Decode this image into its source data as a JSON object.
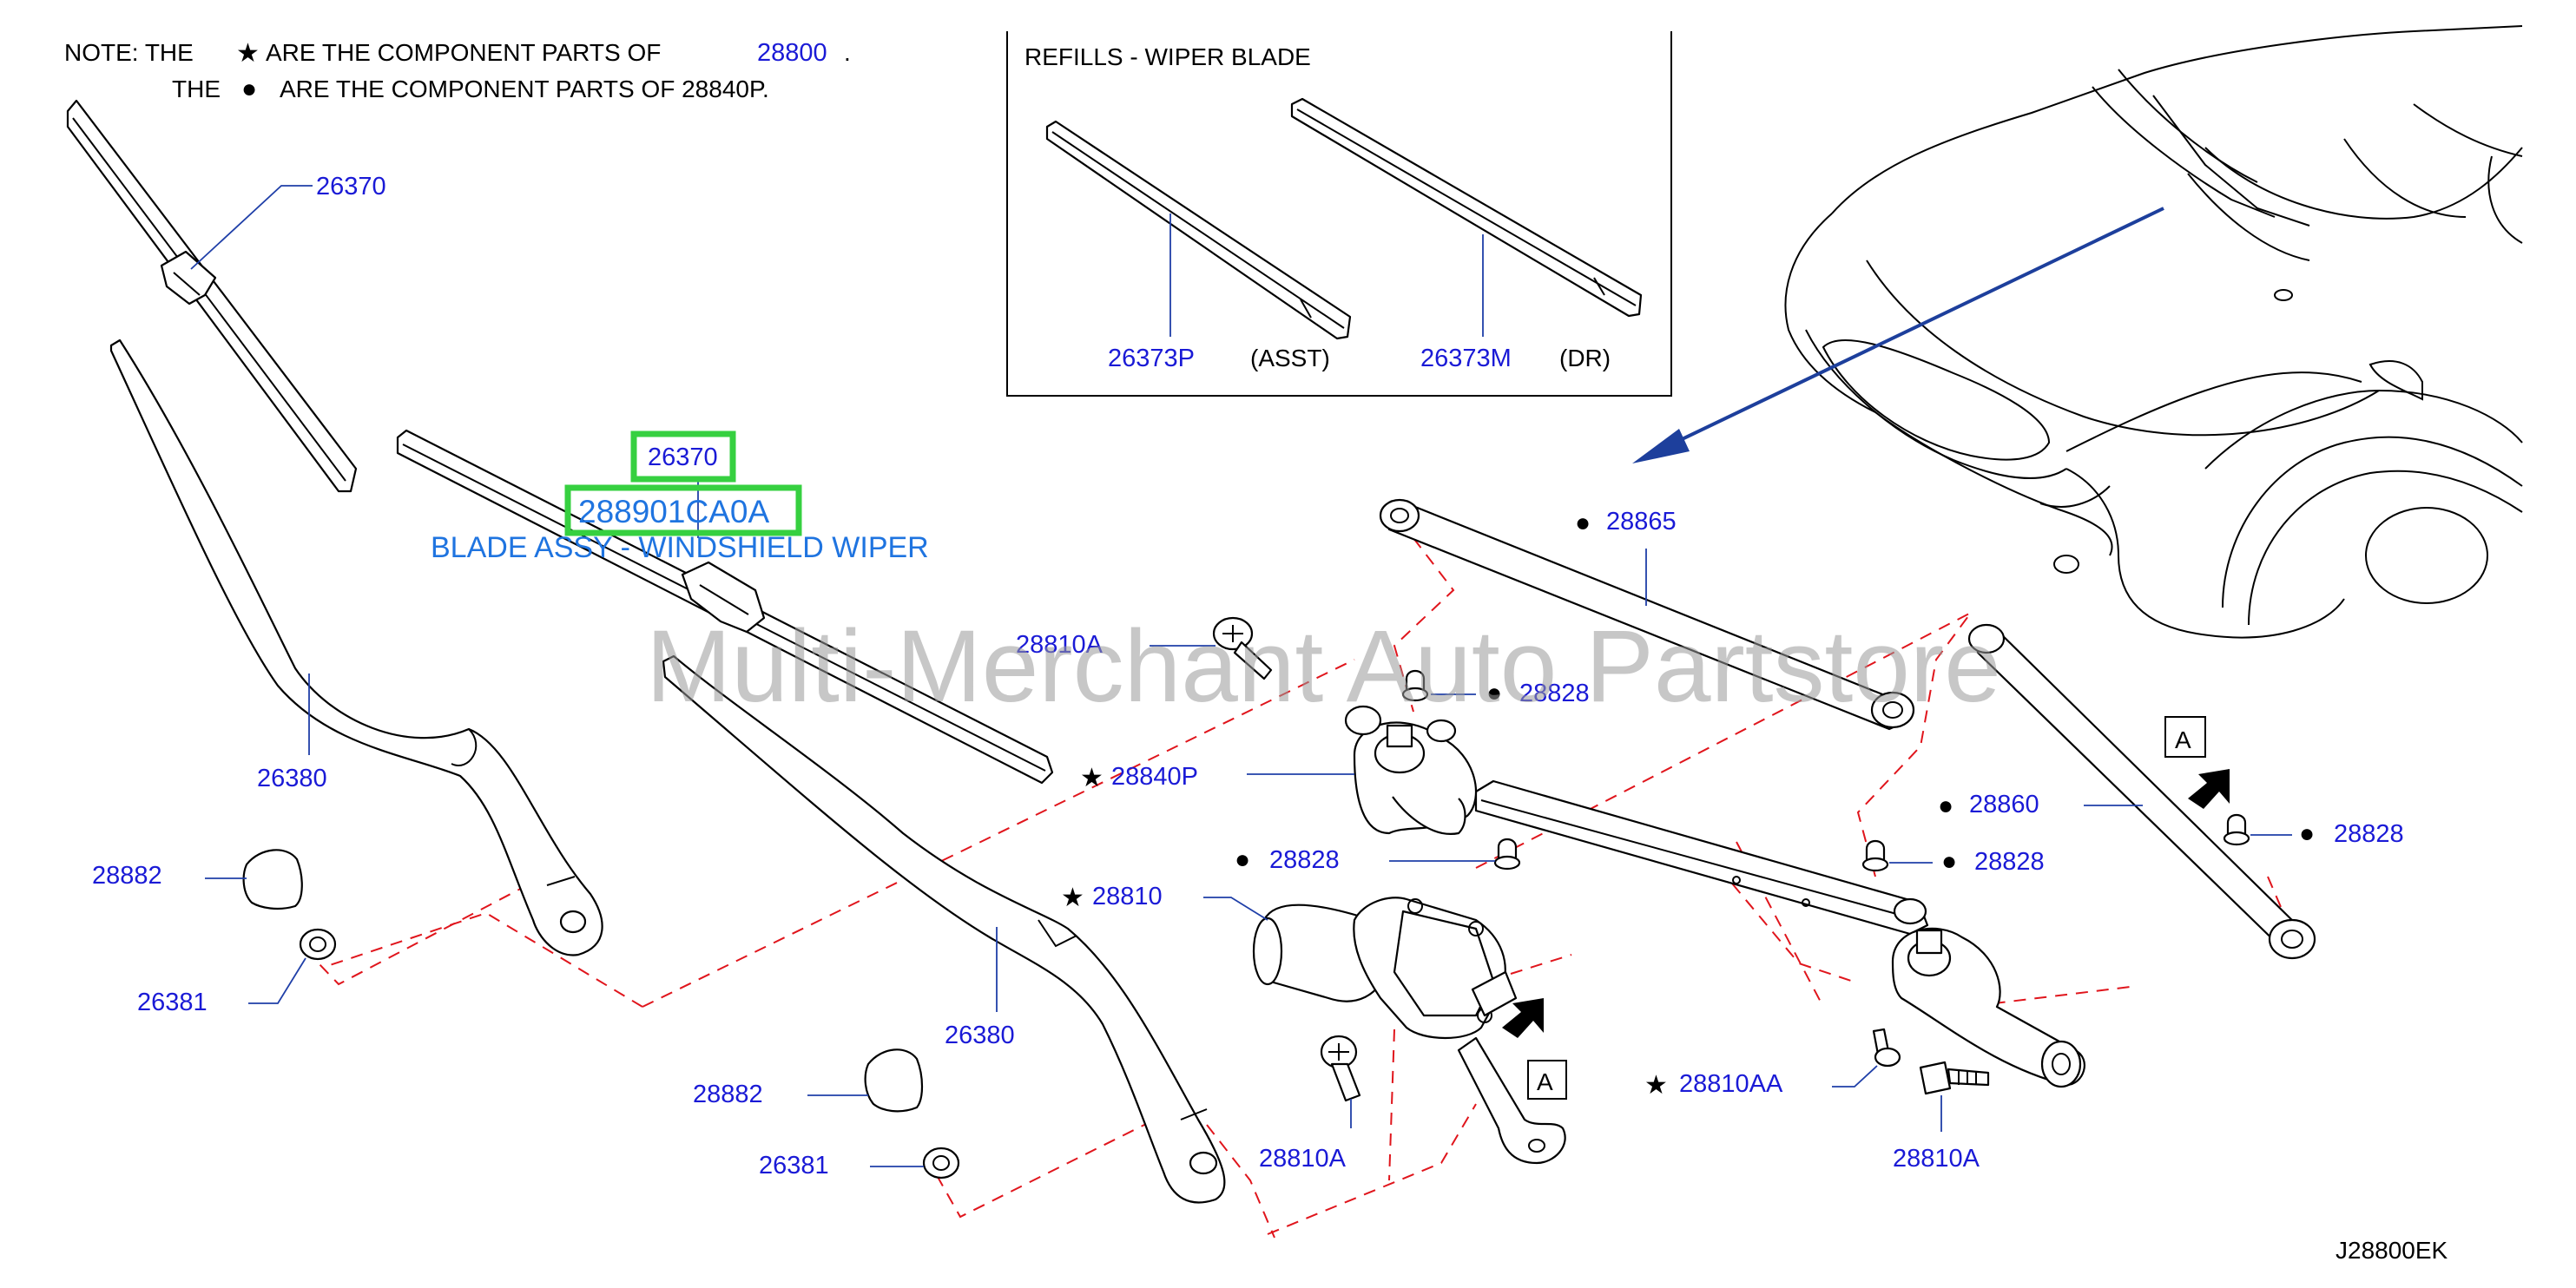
{
  "note": {
    "line1_prefix": "NOTE:  THE",
    "line1_mid": "ARE THE COMPONENT PARTS OF",
    "line1_part": "28800",
    "line1_end": ".",
    "line2_prefix": "THE",
    "line2_mid": "ARE THE COMPONENT PARTS OF 28840P."
  },
  "refills": {
    "title": "REFILLS - WIPER BLADE",
    "left_part": "26373P",
    "left_note": "(ASST)",
    "right_part": "26373M",
    "right_note": "(DR)"
  },
  "highlight": {
    "part_number": "26370",
    "oem_code": "288901CA0A",
    "description": "BLADE ASSY - WINDSHIELD WIPER"
  },
  "watermark": "Multi-Merchant Auto Partstore",
  "symbols": {
    "star": "★",
    "dot": "●"
  },
  "labels": {
    "p26370_top": "26370",
    "p26380_left": "26380",
    "p26380_mid": "26380",
    "p28882_left": "28882",
    "p28882_mid": "28882",
    "p26381_left": "26381",
    "p26381_mid": "26381",
    "p28810A_top": "28810A",
    "p28840P": "28840P",
    "p28810": "28810",
    "p28828_a": "28828",
    "p28828_b": "28828",
    "p28828_c": "28828",
    "p28828_d": "28828",
    "p28865": "28865",
    "p28860": "28860",
    "p28810A_bottom": "28810A",
    "p28810A_right": "28810A",
    "p28810AA": "28810AA"
  },
  "view_marks": {
    "a1": "A",
    "a2": "A"
  },
  "diagram_code": "J28800EK",
  "colors": {
    "part_number": "#1a1ad6",
    "highlight_box": "#36d040",
    "description": "#1f74e0",
    "leader": "#1f3fa8",
    "dash": "#e0151c",
    "arrow": "#1d3f9c"
  }
}
